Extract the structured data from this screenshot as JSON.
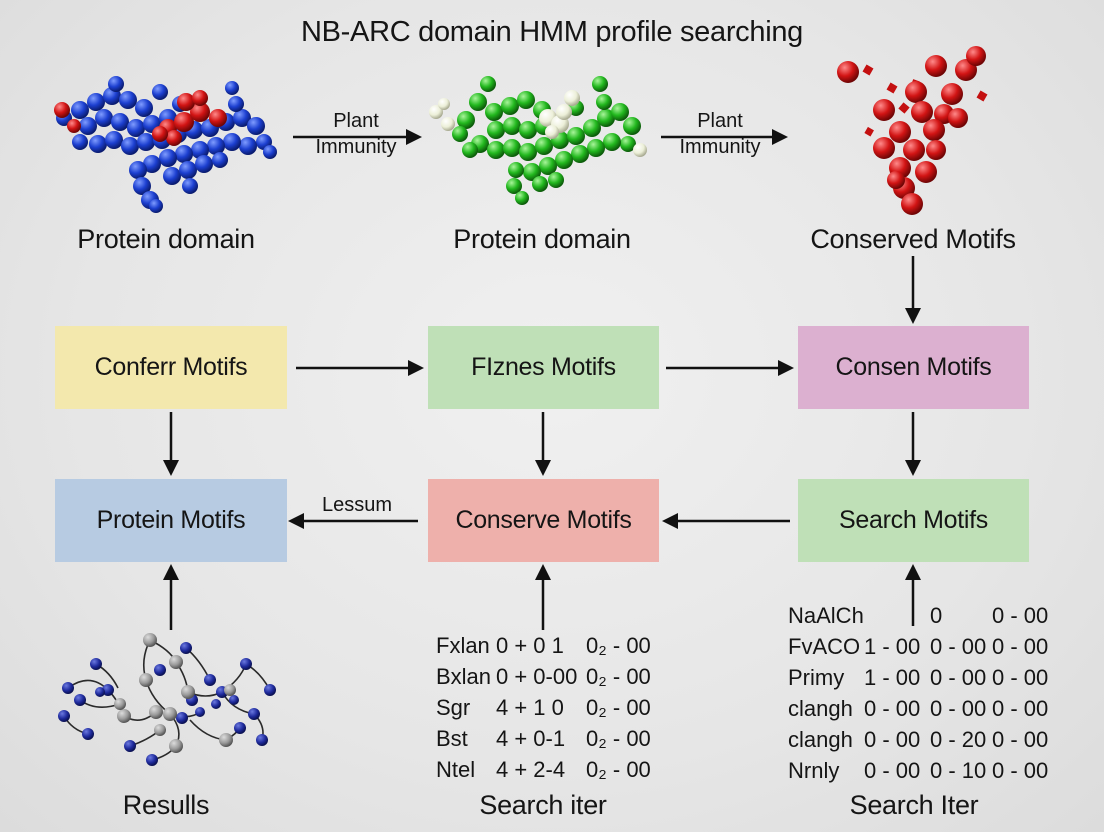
{
  "title": "NB-ARC domain HMM profile searching",
  "top_row": {
    "captions": [
      "Protein domain",
      "Protein domain",
      "Conserved Motifs"
    ],
    "arrow_labels": [
      {
        "line1": "Plant",
        "line2": "Immunity"
      },
      {
        "line1": "Plant",
        "line2": "Immunity"
      }
    ]
  },
  "boxes": {
    "confer": "Conferr Motifs",
    "fiznes": "FIznes Motifs",
    "consen": "Consen Motifs",
    "protein": "Protein Motifs",
    "conserve": "Conserve Motifs",
    "search": "Search Motifs"
  },
  "lessum_label": "Lessum",
  "captions_bottom": [
    "Resulls",
    "Search iter",
    "Search Iter"
  ],
  "table_middle": [
    [
      "Fxlan",
      "0 + 0  1",
      "0₂ - 00"
    ],
    [
      "Bxlan",
      "0 + 0-00",
      "0₂ - 00"
    ],
    [
      "Sgr",
      "4 + 1  0",
      "0₂ - 00"
    ],
    [
      "Bst",
      "4 + 0-1",
      "0₂ - 00"
    ],
    [
      "Ntel",
      "4 + 2-4",
      "0₂ - 00"
    ]
  ],
  "table_right": [
    [
      "NaAlCh",
      "",
      "0",
      "0 - 00"
    ],
    [
      "FvACO",
      "1 - 00",
      "0 - 00",
      "0 - 00"
    ],
    [
      "Primy",
      "1 - 00",
      "0 - 00",
      "0 - 00"
    ],
    [
      "clangh",
      "0 - 00",
      "0 - 00",
      "0 - 00"
    ],
    [
      "clangh",
      "0 - 00",
      "0 - 20",
      "0 - 00"
    ],
    [
      "Nrnly",
      "0 - 00",
      "0 - 10",
      "0 - 00"
    ]
  ],
  "colors": {
    "blue_atom": "#1c3fd0",
    "red_atom": "#d21414",
    "green_atom": "#22b81e",
    "white_atom": "#ecefd8",
    "network_node_blue": "#1e2a9c",
    "network_node_gray": "#9a9a9a"
  }
}
